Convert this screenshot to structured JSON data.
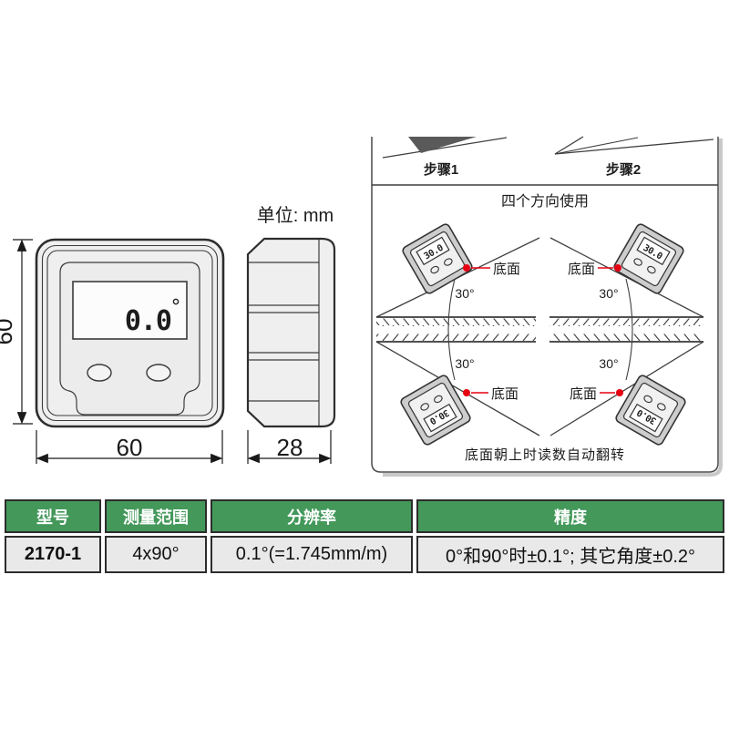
{
  "unit_label": "单位: mm",
  "front_view": {
    "height_dim": "60",
    "width_dim": "60",
    "lcd_value": "0.0"
  },
  "side_view": {
    "width_dim": "28"
  },
  "panel": {
    "step1_label": "步骤1",
    "step2_label": "步骤2",
    "four_directions_title": "四个方向使用",
    "angle_label": "30°",
    "bottom_face_label": "底面",
    "device_reading": "30.0",
    "caption": "底面朝上时读数自动翻转"
  },
  "table": {
    "headers": [
      "型号",
      "测量范围",
      "分辨率",
      "精度"
    ],
    "row": [
      "2170-1",
      "4x90°",
      "0.1°(=1.745mm/m)",
      "0°和90°时±0.1°; 其它角度±0.2°"
    ]
  },
  "colors": {
    "header_green": "#43985a",
    "accent_red": "#e60012"
  }
}
